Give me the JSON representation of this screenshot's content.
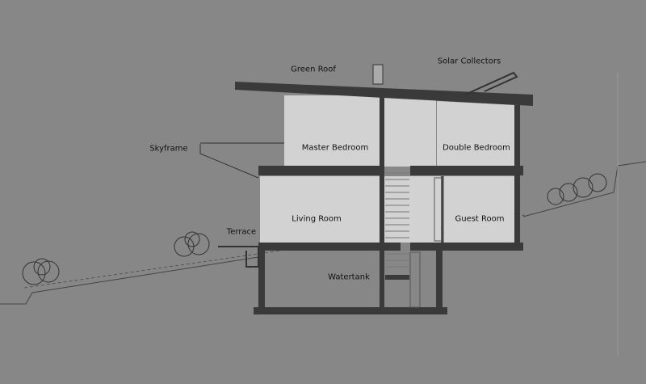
{
  "labels": {
    "green_roof": "Green Roof",
    "solar_collectors": "Solar Collectors",
    "skyframe": "Skyframe",
    "master_bedroom": "Master Bedroom",
    "double_bedroom": "Double Bedroom",
    "living_room": "Living Room",
    "guest_room": "Guest Room",
    "terrace": "Terrace",
    "watertank": "Watertank"
  },
  "colors": {
    "background": "#878787",
    "room": "#d2d2d2",
    "structure": "#3a3a3a"
  }
}
